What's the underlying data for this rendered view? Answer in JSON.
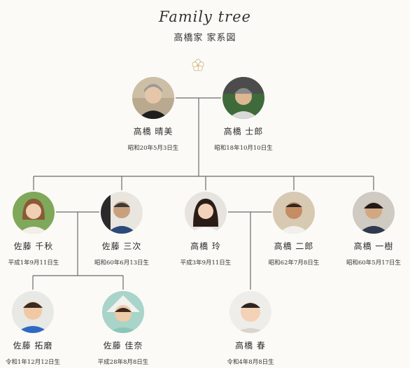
{
  "header": {
    "title_script": "Family tree",
    "title_jp": "高橋家 家系図",
    "ornament": "flower-icon"
  },
  "people": {
    "haruyoshi": {
      "name": "高橋 晴美",
      "birth": "昭和20年5月3日生"
    },
    "shiro": {
      "name": "高橋 士郎",
      "birth": "昭和18年10月10日生"
    },
    "chiaki": {
      "name": "佐藤 千秋",
      "birth": "平成1年9月11日生"
    },
    "santsugu": {
      "name": "佐藤 三次",
      "birth": "昭和60年6月13日生"
    },
    "rei": {
      "name": "高橋 玲",
      "birth": "平成3年9月11日生"
    },
    "jiro": {
      "name": "高橋 二郎",
      "birth": "昭和62年7月8日生"
    },
    "kazuki": {
      "name": "高橋 一樹",
      "birth": "昭和60年5月17日生"
    },
    "takuma": {
      "name": "佐藤 拓磨",
      "birth": "令和1年12月12日生"
    },
    "kana": {
      "name": "佐藤 佳奈",
      "birth": "平成28年8月8日生"
    },
    "haru": {
      "name": "高橋 春",
      "birth": "令和4年8月8日生"
    }
  },
  "colors": {
    "background": "#fbfaf6",
    "line": "#6b6b6b",
    "ornament": "#d9c9a8"
  }
}
